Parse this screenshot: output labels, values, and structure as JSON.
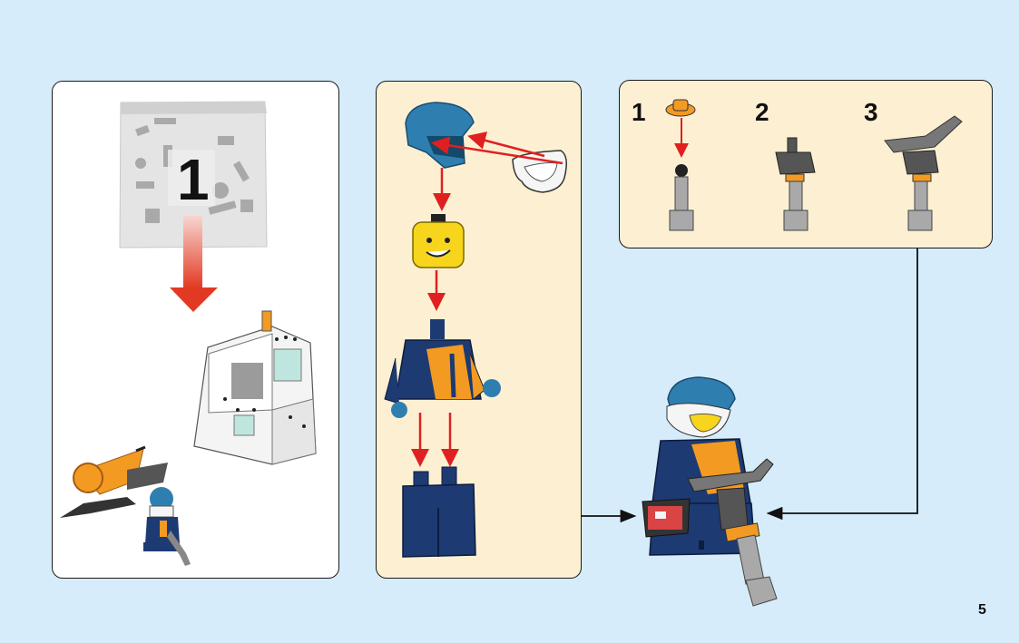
{
  "bag": {
    "number": "1"
  },
  "substeps": [
    {
      "number": "1"
    },
    {
      "number": "2"
    },
    {
      "number": "3"
    }
  ],
  "page": {
    "number": "5"
  },
  "colors": {
    "background": "#d6ecfa",
    "panel_cream": "#fdf0d2",
    "arrow_red": "#e02020",
    "helmet_blue": "#2e7fb0",
    "torso_navy": "#1d3a72",
    "accent_orange": "#f39a22",
    "head_yellow": "#f7d51d"
  },
  "icons": [
    "parts-bag-icon",
    "down-arrow-icon",
    "hut-model-icon",
    "snowbike-icon",
    "helmet-icon",
    "goggles-icon",
    "minifig-head-icon",
    "minifig-torso-icon",
    "minifig-legs-icon",
    "drill-tool-icon",
    "tablet-icon"
  ]
}
